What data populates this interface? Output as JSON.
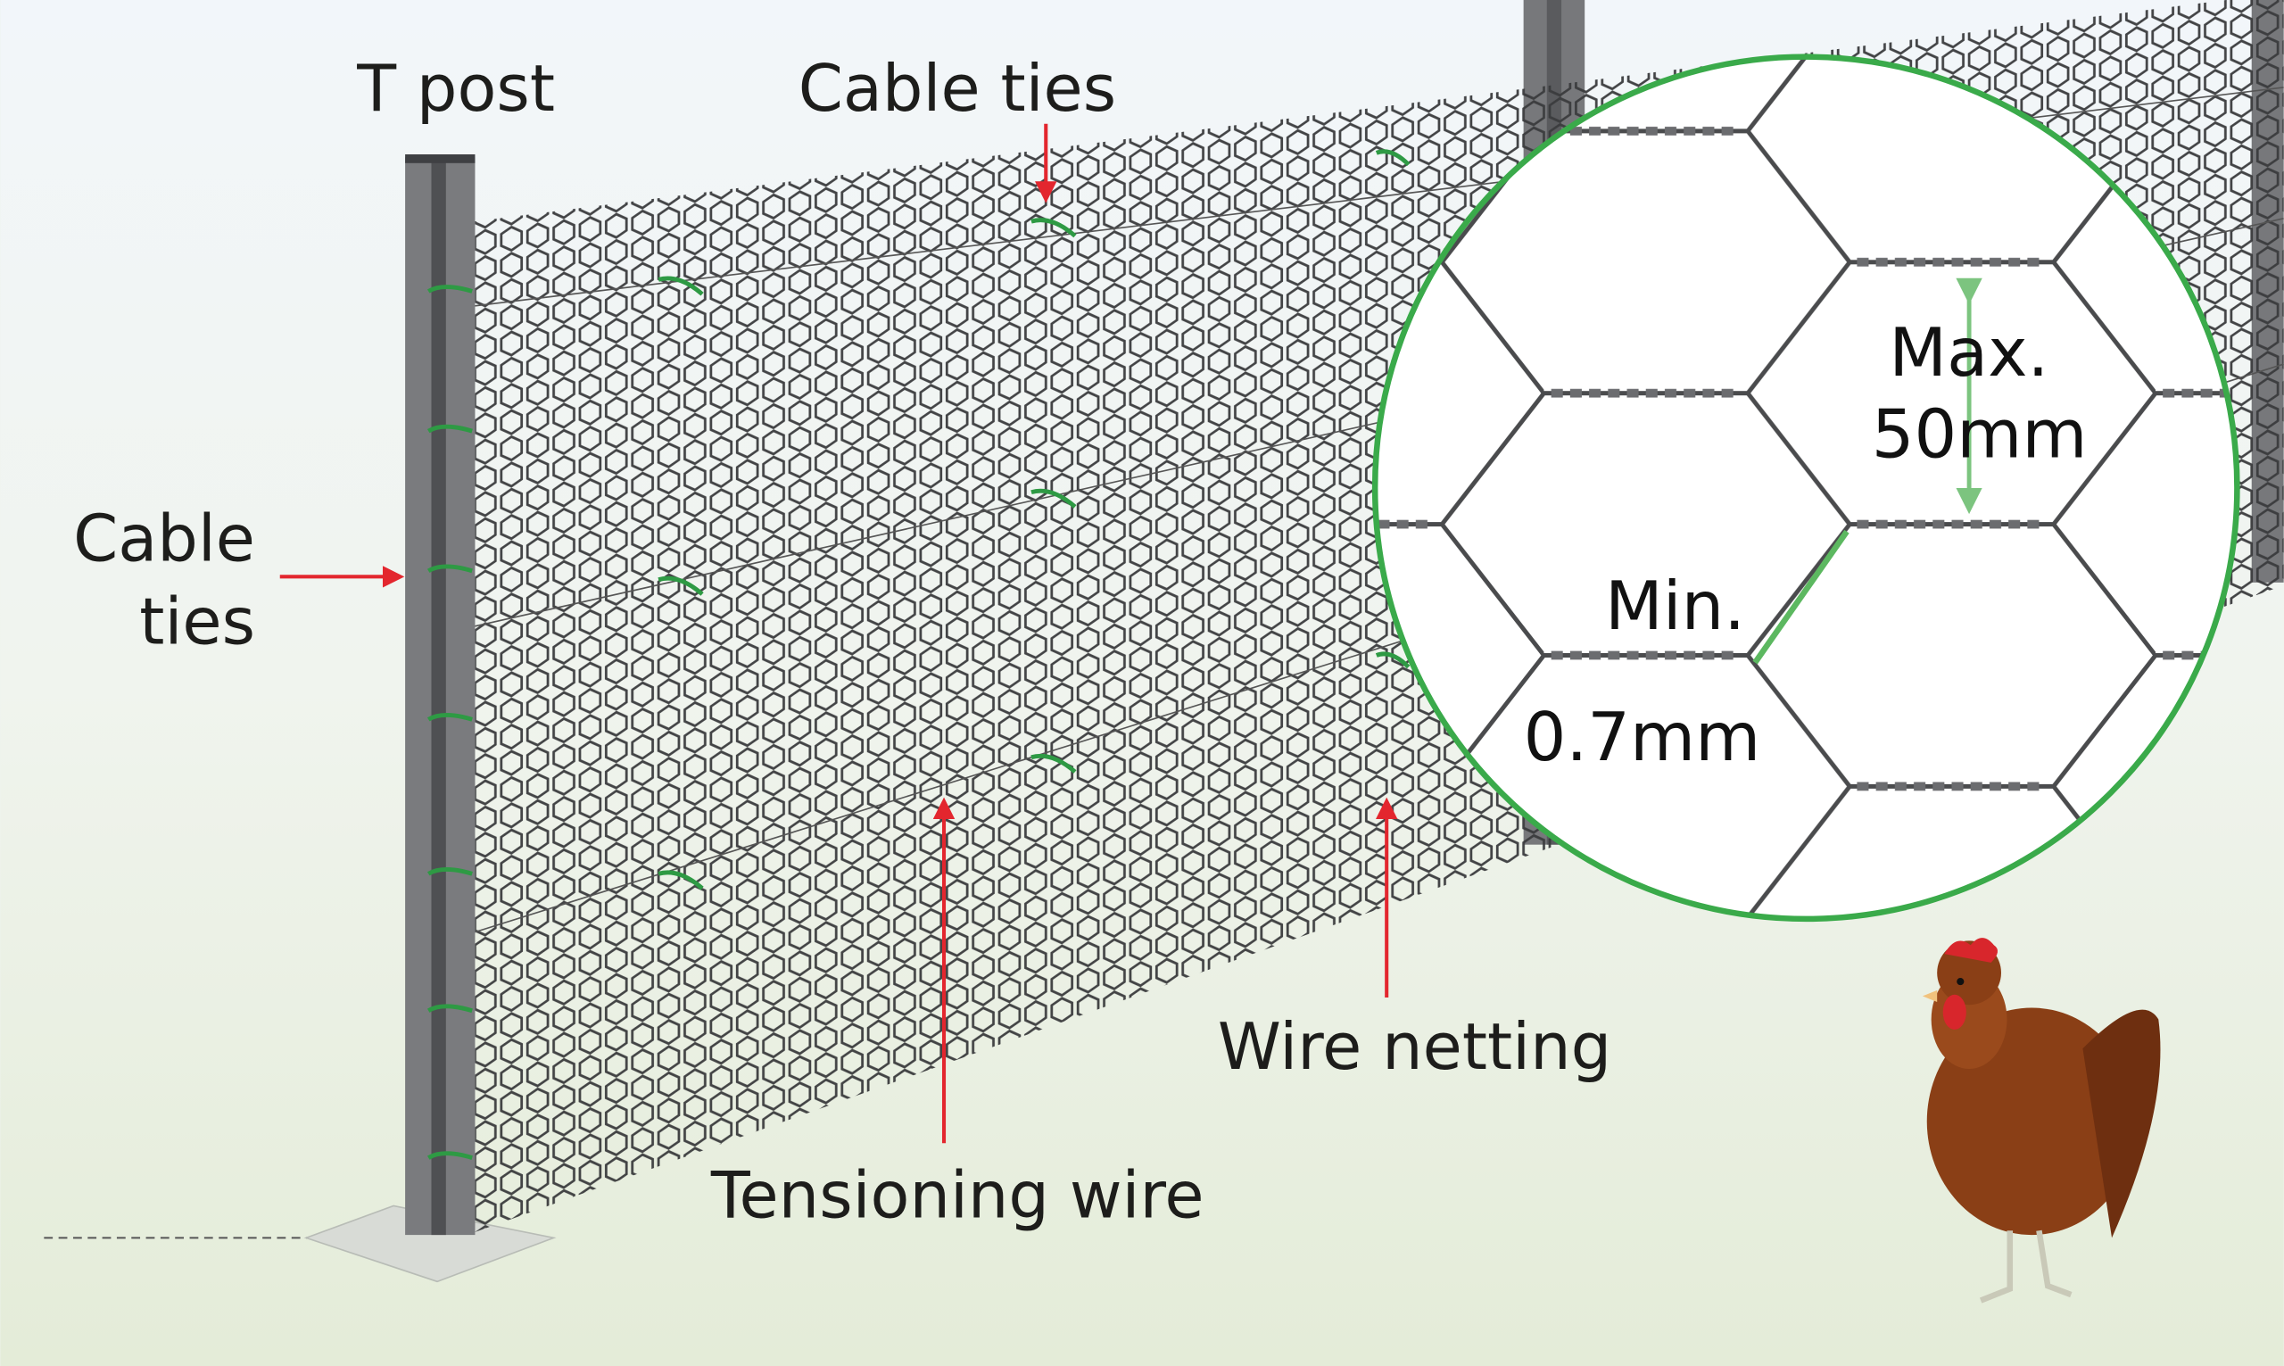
{
  "labels": {
    "t_post": "T post",
    "cable_ties_top": "Cable ties",
    "cable_ties_left_line1": "Cable",
    "cable_ties_left_line2": "ties",
    "wire_netting": "Wire netting",
    "tensioning_wire": "Tensioning wire"
  },
  "inset": {
    "max_line1": "Max.",
    "max_line2": "50mm",
    "min_line1": "Min.",
    "min_line2": "0.7mm"
  },
  "colors": {
    "arrow": "#e3262e",
    "inset_border": "#3aaa4a",
    "cable_tie": "#2e9a44",
    "post": "#6d6e71"
  }
}
